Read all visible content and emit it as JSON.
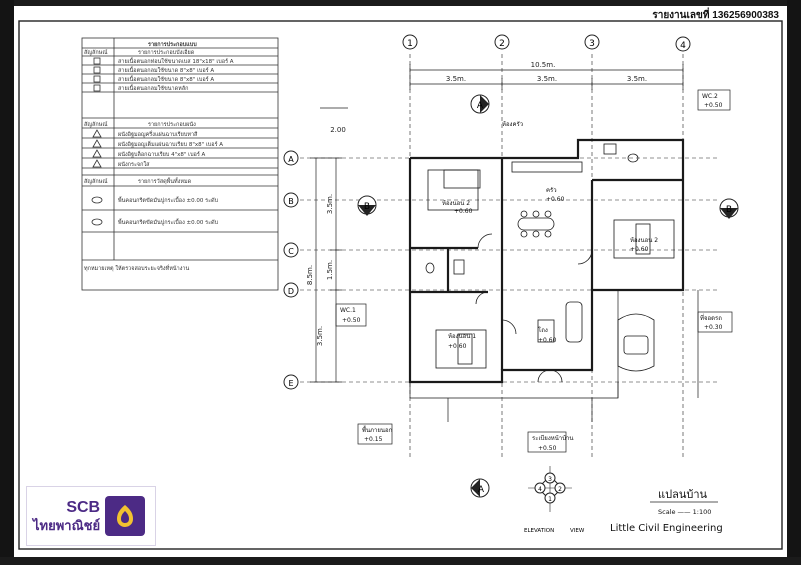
{
  "report": {
    "label": "รายงานเลขที่ 136256900383"
  },
  "legend": {
    "heading": "รายการประกอบแบบ",
    "col_symbol": "สัญลักษณ์",
    "sections": [
      {
        "title": "รายการประกอบบังเอียด",
        "rows": [
          "สายเนื้อตนอกท่อนใช้ขนาดเบส 18\"x18\" เบอร์ A",
          "สายเนื้อตนอกลมใช้ขนาด 8\"x8\" เบอร์ A",
          "สายเนื้อตนอกลมใช้ขนาด 8\"x8\" เบอร์ A",
          "สายเนื้อตนอกลมใช้ขนาดหลัก"
        ]
      },
      {
        "title": "รายการประกอบผนัง",
        "rows": [
          "ผนังอิฐมอญครึ่งแผ่นฉาบเรียบทาสี",
          "ผนังอิฐมอญเต็มแผ่นฉาบเรียบ 8\"x8\" เบอร์ A",
          "ผนังอิฐบล็อกฉาบเรียบ 4\"x8\" เบอร์ A",
          "ผนังกระจกใส"
        ]
      },
      {
        "title": "รายการวัสดุพื้นทั้งหมด",
        "rows": [
          "พื้นคอนกรีตขัดมันปูกระเบื้อง ±0.00 ระดับ",
          "พื้นคอนกรีตขัดมันปูกระเบื้อง ±0.00 ระดับ"
        ]
      }
    ],
    "note": "ทุกหมายเหตุ ให้ตรวจสอบระยะจริงที่หน้างาน"
  },
  "plan": {
    "grid_cols": [
      "1",
      "2",
      "3",
      "4"
    ],
    "grid_rows": [
      "A",
      "B",
      "C",
      "D",
      "E"
    ],
    "dims": {
      "total": "10.5m.",
      "bay1": "3.5m.",
      "bay2": "3.5m.",
      "bay3": "3.5m.",
      "side_total": "8.5m.",
      "r1": "3.5m.",
      "r2": "1.5m.",
      "r3": "3.5m.",
      "porch": "2.00"
    },
    "rooms": [
      {
        "name": "ห้องนอน 2",
        "level": "+0.60"
      },
      {
        "name": "ครัว",
        "level": "+0.60"
      },
      {
        "name": "ห้องนอน 2",
        "level": "+0.60"
      },
      {
        "name": "ห้องนอน 1",
        "level": "+0.60"
      },
      {
        "name": "โถง",
        "level": "+0.60"
      },
      {
        "name": "WC.1",
        "level": "+0.50"
      },
      {
        "name": "WC.2",
        "level": "+0.50"
      },
      {
        "name": "ที่จอดรถ",
        "level": "+0.30"
      },
      {
        "name": "พื้นภายนอก",
        "level": "+0.15"
      },
      {
        "name": "ระเบียงหน้าบ้าน",
        "level": "+0.50"
      },
      {
        "name": "ห้องครัว",
        "level": ""
      }
    ],
    "section_marks": [
      "A",
      "B"
    ],
    "elevation_nums": [
      "1",
      "2",
      "3",
      "4"
    ],
    "elevation_label": "ELEVATION",
    "view_label": "VIEW",
    "title": "แปลนบ้าน",
    "scale": "Scale —— 1:100",
    "firm": "Little Civil Engineering"
  },
  "bank": {
    "name_en": "SCB",
    "name_th": "ไทยพาณิชย์",
    "brand_color": "#4c2a85"
  }
}
